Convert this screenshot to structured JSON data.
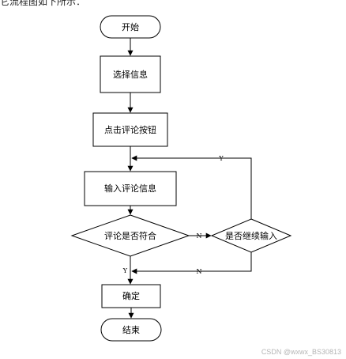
{
  "header": {
    "text": "它流程图如下所示："
  },
  "flowchart": {
    "start": "开始",
    "select_info": "选择信息",
    "click_comment_button": "点击评论按钮",
    "input_comment_info": "输入评论信息",
    "comment_valid": "评论是否符合",
    "continue_input": "是否继续输入",
    "confirm": "确定",
    "end": "结束"
  },
  "edge_labels": {
    "loop_back_yes": "Y",
    "not_valid_no": "N",
    "valid_yes": "Y",
    "stop_no": "N"
  },
  "watermark": "CSDN @wxwx_BS30813"
}
